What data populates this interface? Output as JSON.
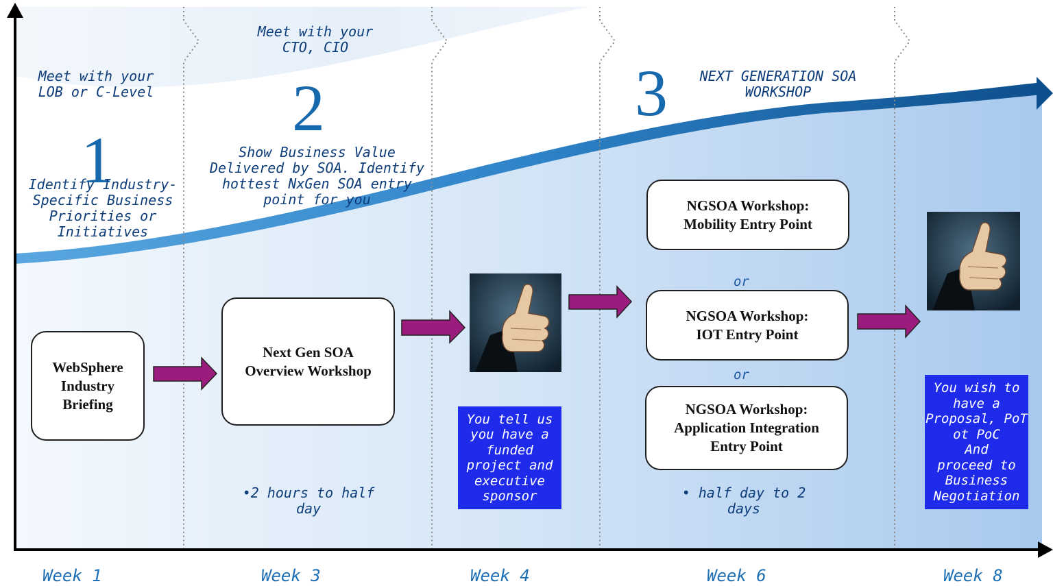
{
  "phases": [
    {
      "number": "1",
      "meet": "Meet with your\nLOB or C-Level",
      "description": "Identify Industry-\nSpecific Business\nPriorities or\nInitiatives"
    },
    {
      "number": "2",
      "meet": "Meet with your\nCTO, CIO",
      "description": "Show Business Value\nDelivered by SOA.  Identify\nhottest NxGen SOA entry\npoint for you"
    },
    {
      "number": "3",
      "meet": "NEXT GENERATION SOA\nWORKSHOP"
    }
  ],
  "boxes": {
    "briefing": "WebSphere\nIndustry\nBriefing",
    "overview": "Next Gen SOA\nOverview Workshop",
    "mobility": "NGSOA Workshop:\nMobility Entry Point",
    "iot": "NGSOA Workshop:\nIOT Entry Point",
    "app_integration": "NGSOA Workshop:\nApplication Integration\nEntry Point"
  },
  "or_labels": [
    "or",
    "or"
  ],
  "durations": {
    "overview": "•2 hours to half day",
    "ngsoa": "• half day to 2 days"
  },
  "notes": {
    "funded": "You tell us\nyou have a\nfunded\nproject and\nexecutive\nsponsor",
    "proposal": "You wish to\nhave a\nProposal, PoT\not PoC\nAnd\nproceed to\nBusiness\nNegotiation"
  },
  "weeks": [
    "Week 1",
    "Week 3",
    "Week 4",
    "Week 6",
    "Week 8"
  ],
  "colors": {
    "arrow": "#9c1c7e",
    "note_bg": "#1f2bea",
    "accent": "#1769ad",
    "text": "#0d3d7a"
  }
}
